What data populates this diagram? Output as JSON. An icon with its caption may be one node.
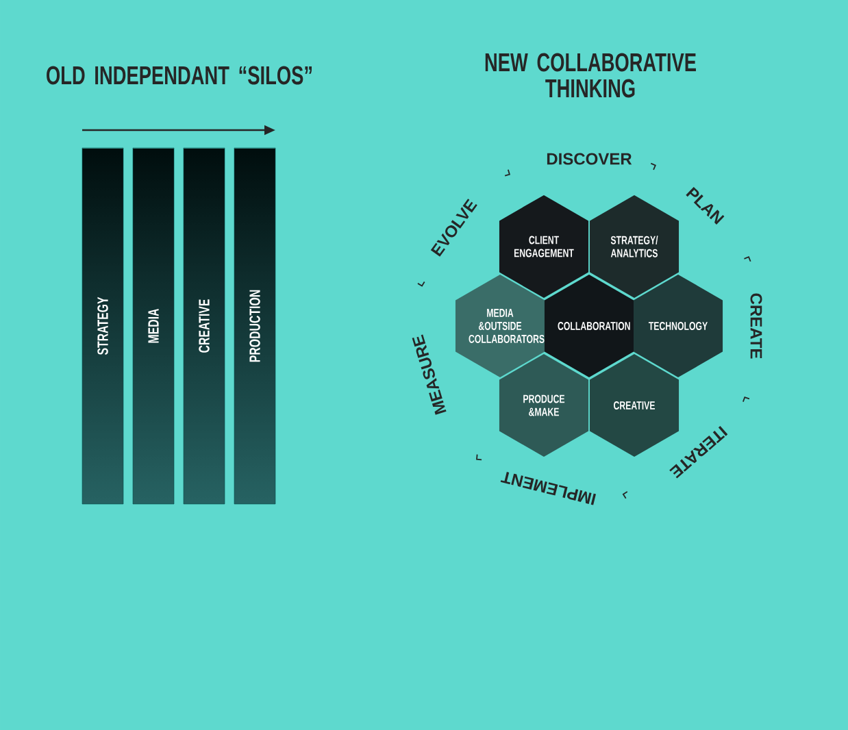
{
  "diagram": {
    "nodes": [
      {
        "text": [
          "STRATEGY"
        ]
      },
      {
        "text": [
          "MEDIA"
        ]
      },
      {
        "text": [
          "CREATIVE"
        ]
      },
      {
        "text": [
          "PRODUCTION"
        ]
      },
      {
        "text": [
          "CLIENT ENGAGEMENT"
        ]
      },
      {
        "text": [
          "STRATEGY/ ANALYTICS"
        ]
      },
      {
        "text": [
          "MEDIA &OUTSIDE COLLABORATORS"
        ]
      },
      {
        "text": [
          "COLLABORATION"
        ]
      },
      {
        "text": [
          "TECHNOLOGY"
        ]
      },
      {
        "text": [
          "PRODUCE &MAKE"
        ]
      },
      {
        "text": [
          "CREATIVE"
        ]
      }
    ],
    "edges": [],
    "labels": [
      "OLD INDEPENDANT “SILOS”",
      "NEW COLLABORATIVE THINKING",
      "DISCOVER",
      "PLAN",
      "CREATE",
      "ITERATE",
      "IMPLEMENT",
      "MEASURE",
      "EVOLVE"
    ]
  }
}
